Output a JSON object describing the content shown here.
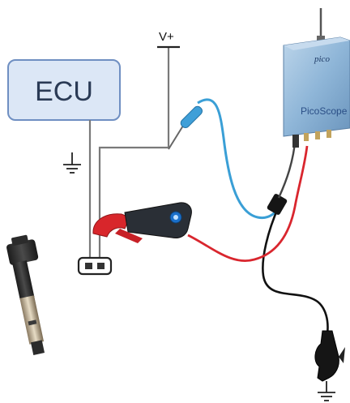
{
  "labels": {
    "ecu": "ECU",
    "supply": "V+",
    "pico_brand": "pico",
    "pico_product": "PicoScope"
  },
  "colors": {
    "ecu_fill": "#dce7f6",
    "ecu_stroke": "#6f8fc2",
    "wire_gray": "#7a7a7a",
    "probe_blue": "#3a9fd6",
    "lead_red": "#d9262e",
    "lead_black": "#111111",
    "clamp_red": "#d8262b",
    "scope_body": "#8fb6d8"
  },
  "icons": [
    "ground-symbol-icon",
    "connector-icon",
    "ignition-coil-icon",
    "current-clamp-icon",
    "pico-scope-icon",
    "crocodile-clip-icon"
  ]
}
